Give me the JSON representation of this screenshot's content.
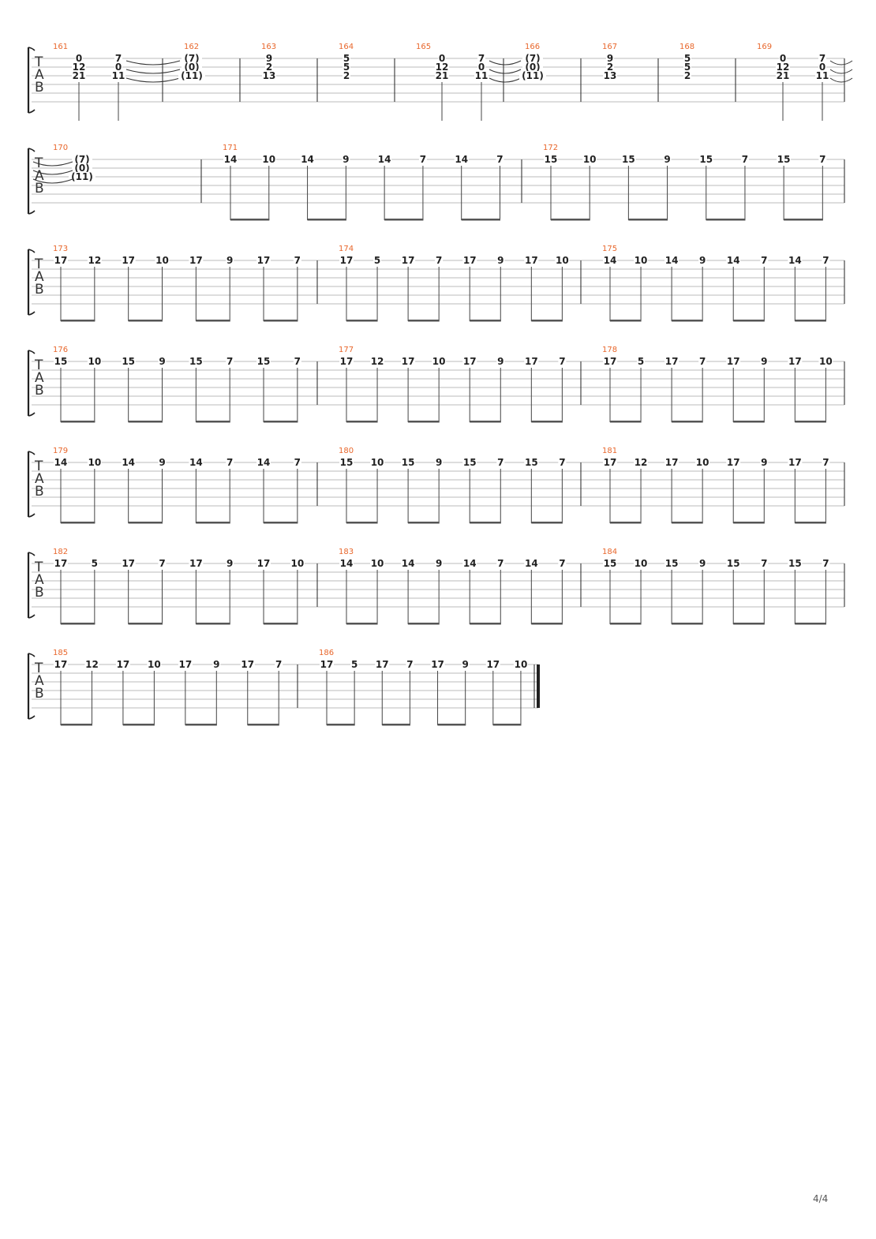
{
  "page": {
    "page_number": "4/4",
    "tab_label": [
      "T",
      "A",
      "B"
    ]
  },
  "systems": [
    {
      "measures": [
        {
          "number": "161",
          "beats": [
            {
              "frets": [
                "0",
                "12",
                "21"
              ],
              "stem": true
            },
            {
              "frets": [
                "7",
                "0",
                "11"
              ],
              "stem": true,
              "tie": true
            }
          ]
        },
        {
          "number": "162",
          "beats": [
            {
              "frets": [
                "(7)",
                "(0)",
                "(11)"
              ],
              "stem": false
            }
          ]
        },
        {
          "number": "163",
          "beats": [
            {
              "frets": [
                "9",
                "2",
                "13"
              ],
              "stem": false
            }
          ]
        },
        {
          "number": "164",
          "beats": [
            {
              "frets": [
                "5",
                "5",
                "2"
              ],
              "stem": false
            }
          ]
        },
        {
          "number": "165",
          "beats": [
            {
              "frets": [
                "0",
                "12",
                "21"
              ],
              "stem": true
            },
            {
              "frets": [
                "7",
                "0",
                "11"
              ],
              "stem": true,
              "tie": true
            }
          ]
        },
        {
          "number": "166",
          "beats": [
            {
              "frets": [
                "(7)",
                "(0)",
                "(11)"
              ],
              "stem": false
            }
          ]
        },
        {
          "number": "167",
          "beats": [
            {
              "frets": [
                "9",
                "2",
                "13"
              ],
              "stem": false
            }
          ]
        },
        {
          "number": "168",
          "beats": [
            {
              "frets": [
                "5",
                "5",
                "2"
              ],
              "stem": false
            }
          ]
        },
        {
          "number": "169",
          "beats": [
            {
              "frets": [
                "0",
                "12",
                "21"
              ],
              "stem": true
            },
            {
              "frets": [
                "7",
                "0",
                "11"
              ],
              "stem": true,
              "tie": true
            }
          ]
        }
      ]
    },
    {
      "measures": [
        {
          "number": "170",
          "beats": [
            {
              "frets": [
                "(7)",
                "(0)",
                "(11)"
              ],
              "stem": false,
              "tie_in": true
            }
          ]
        },
        {
          "number": "171",
          "notes": [
            "14",
            "10",
            "14",
            "9",
            "14",
            "7",
            "14",
            "7"
          ]
        },
        {
          "number": "172",
          "notes": [
            "15",
            "10",
            "15",
            "9",
            "15",
            "7",
            "15",
            "7"
          ]
        }
      ]
    },
    {
      "measures": [
        {
          "number": "173",
          "notes": [
            "17",
            "12",
            "17",
            "10",
            "17",
            "9",
            "17",
            "7"
          ]
        },
        {
          "number": "174",
          "notes": [
            "17",
            "5",
            "17",
            "7",
            "17",
            "9",
            "17",
            "10"
          ]
        },
        {
          "number": "175",
          "notes": [
            "14",
            "10",
            "14",
            "9",
            "14",
            "7",
            "14",
            "7"
          ]
        }
      ]
    },
    {
      "measures": [
        {
          "number": "176",
          "notes": [
            "15",
            "10",
            "15",
            "9",
            "15",
            "7",
            "15",
            "7"
          ]
        },
        {
          "number": "177",
          "notes": [
            "17",
            "12",
            "17",
            "10",
            "17",
            "9",
            "17",
            "7"
          ]
        },
        {
          "number": "178",
          "notes": [
            "17",
            "5",
            "17",
            "7",
            "17",
            "9",
            "17",
            "10"
          ]
        }
      ]
    },
    {
      "measures": [
        {
          "number": "179",
          "notes": [
            "14",
            "10",
            "14",
            "9",
            "14",
            "7",
            "14",
            "7"
          ]
        },
        {
          "number": "180",
          "notes": [
            "15",
            "10",
            "15",
            "9",
            "15",
            "7",
            "15",
            "7"
          ]
        },
        {
          "number": "181",
          "notes": [
            "17",
            "12",
            "17",
            "10",
            "17",
            "9",
            "17",
            "7"
          ]
        }
      ]
    },
    {
      "measures": [
        {
          "number": "182",
          "notes": [
            "17",
            "5",
            "17",
            "7",
            "17",
            "9",
            "17",
            "10"
          ]
        },
        {
          "number": "183",
          "notes": [
            "14",
            "10",
            "14",
            "9",
            "14",
            "7",
            "14",
            "7"
          ]
        },
        {
          "number": "184",
          "notes": [
            "15",
            "10",
            "15",
            "9",
            "15",
            "7",
            "15",
            "7"
          ]
        }
      ]
    },
    {
      "measures": [
        {
          "number": "185",
          "notes": [
            "17",
            "12",
            "17",
            "10",
            "17",
            "9",
            "17",
            "7"
          ]
        },
        {
          "number": "186",
          "notes": [
            "17",
            "5",
            "17",
            "7",
            "17",
            "9",
            "17",
            "10"
          ]
        }
      ],
      "final_barline": true
    }
  ]
}
